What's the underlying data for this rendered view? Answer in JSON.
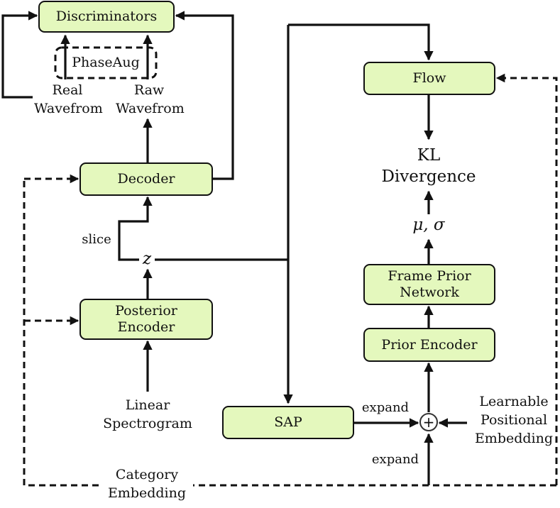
{
  "nodes": {
    "discriminators": "Discriminators",
    "phaseaug": "PhaseAug",
    "decoder": "Decoder",
    "posterior_encoder": [
      "Posterior",
      "Encoder"
    ],
    "flow": "Flow",
    "frame_prior_network": [
      "Frame Prior",
      "Network"
    ],
    "prior_encoder": "Prior Encoder",
    "sap": "SAP"
  },
  "labels": {
    "real_waveform": [
      "Real",
      "Wavefrom"
    ],
    "raw_waveform": [
      "Raw",
      "Wavefrom"
    ],
    "kl_divergence": [
      "KL",
      "Divergence"
    ],
    "mu_sigma": "μ, σ",
    "slice": "slice",
    "z": "z",
    "linear_spectrogram": [
      "Linear",
      "Spectrogram"
    ],
    "expand_sap": "expand",
    "expand_category": "expand",
    "learnable_positional_embedding": [
      "Learnable",
      "Positional",
      "Embedding"
    ],
    "category_embedding": [
      "Category",
      "Embedding"
    ],
    "plus_symbol": "+"
  },
  "colors": {
    "box_fill": "#e4f8bd",
    "stroke": "#111111"
  }
}
